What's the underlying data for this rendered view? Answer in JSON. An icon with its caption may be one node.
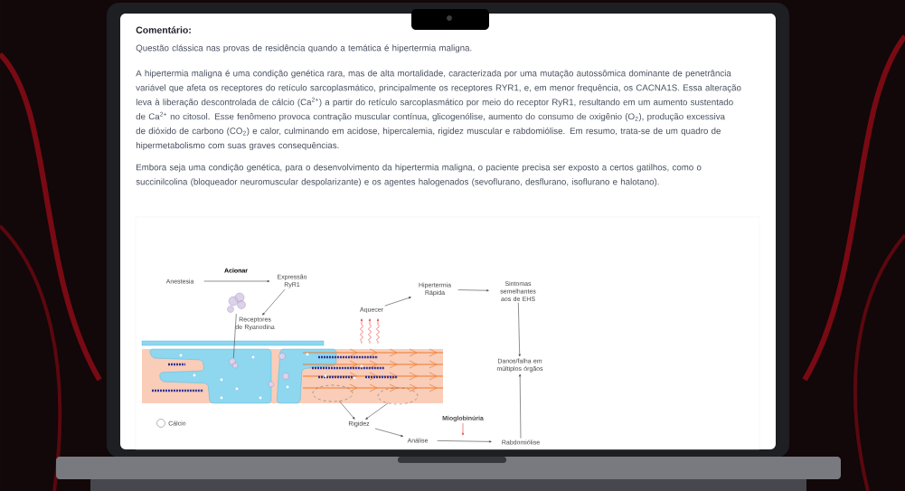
{
  "diagram": {
    "nodes": [
      {
        "text": [
          "Anestesia"
        ]
      },
      {
        "text": [
          "Expressão RyR1"
        ]
      },
      {
        "text": [
          "Receptores de Ryanodina"
        ]
      },
      {
        "text": [],
        "shape": "picture"
      },
      {
        "text": [],
        "shape": "picture"
      },
      {
        "text": [],
        "shape": "picture",
        "in": 4
      },
      {
        "text": [],
        "shape": "ellipse",
        "in": 4
      },
      {
        "text": [],
        "shape": "ellipse",
        "in": 4
      },
      {
        "text": [
          "Aquecer"
        ]
      },
      {
        "text": [
          "Hipertermia Rápida"
        ]
      },
      {
        "text": [
          "Sintomas semelhantes aos de EHS"
        ]
      },
      {
        "text": [
          "Danos/falha em múltiplos órgãos"
        ]
      },
      {
        "text": [
          "Rigidez"
        ]
      },
      {
        "text": [
          "Análise"
        ]
      },
      {
        "text": [
          "Mioglobinúria"
        ]
      },
      {
        "text": [
          "Rabdomiólise"
        ]
      }
    ],
    "edges": [
      {
        "from": 0,
        "to": 1,
        "arrow": "to",
        "label": "Acionar"
      },
      {
        "from": 1,
        "to": 2,
        "arrow": "to"
      },
      {
        "from": 3,
        "to": 5,
        "arrow": "none"
      },
      {
        "from": 8,
        "to": 9,
        "arrow": "to"
      },
      {
        "from": 9,
        "to": 10,
        "arrow": "to"
      },
      {
        "from": 10,
        "to": 11,
        "arrow": "to"
      },
      {
        "from": 6,
        "to": 12,
        "arrow": "to"
      },
      {
        "from": 7,
        "to": 12,
        "arrow": "to"
      },
      {
        "from": 12,
        "to": 13,
        "arrow": "to"
      },
      {
        "from": 13,
        "to": 15,
        "arrow": "to"
      },
      {
        "from": 14,
        "to": null,
        "arrow": "to",
        "color": "#e53935"
      },
      {
        "from": 15,
        "to": 11,
        "arrow": "to"
      },
      {
        "from": 4,
        "to": 8,
        "arrow": "to",
        "color": "#e53935"
      },
      {
        "from": 4,
        "to": 8,
        "arrow": "to",
        "color": "#e53935"
      },
      {
        "from": 4,
        "to": 8,
        "arrow": "to",
        "color": "#e53935"
      }
    ],
    "labels": [
      "Comentário:",
      "Questão clássica nas provas de residência quando a temática é hipertermia maligna.",
      "A hipertermia maligna é uma condição genética rara, mas de alta mortalidade, caracterizada por uma mutação autossômica dominante de penetrância variável que afeta os receptores do retículo sarcoplasmático, principalmente os receptores RYR1, e, em menor frequência, os CACNA1S. Essa alteração leva à liberação descontrolada de cálcio (Ca$^{2+}$) a partir do retículo sarcoplasmático por meio do receptor RyR1, resultando em um aumento sustentado de Ca$^{2+}$ no citosol. Esse fenômeno provoca contração muscular contínua, glicogenólise, aumento do consumo de oxigênio (O$_{2}$), produção excessiva de dióxido de carbono (CO$_{2}$) e calor, culminando em acidose, hipercalemia, rigidez muscular e rabdomiólise. Em resumo, trata-se de um quadro de hipermetabolismo com suas graves consequências.",
      "Embora seja uma condição genética, para o desenvolvimento da hipertermia maligna, o paciente precisa ser exposto a certos gatilhos, como o succinilcolina (bloqueador neuromuscular despolarizante) e os agentes halogenados (sevoflurano, desflurano, isoflurano e halotano)."
    ],
    "legend": [
      {
        "text": "Cálcio"
      }
    ]
  }
}
